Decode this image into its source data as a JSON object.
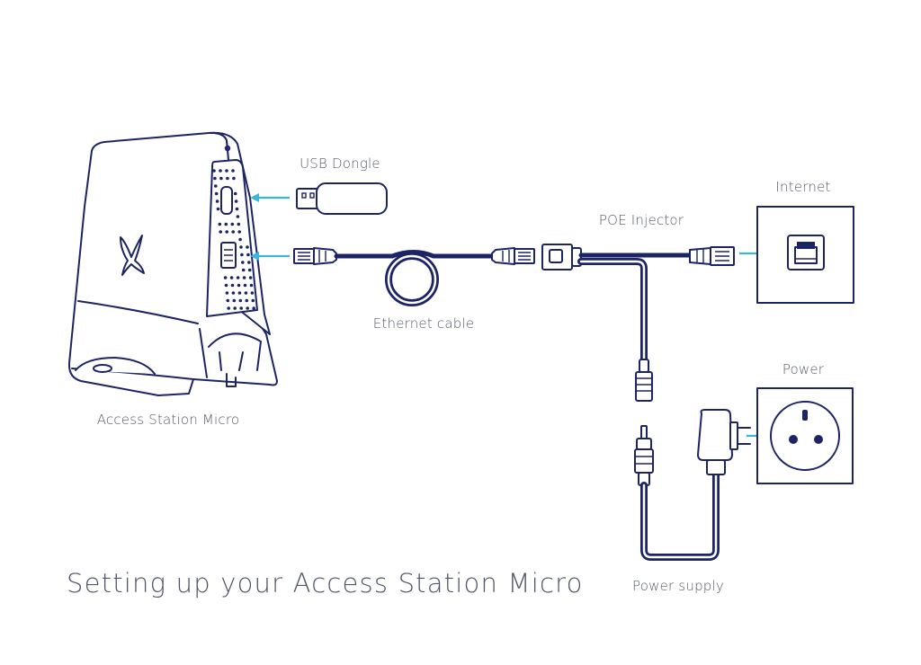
{
  "title": "Setting up your Access Station Micro",
  "labels": {
    "access_station": "Access Station Micro",
    "usb_dongle": "USB Dongle",
    "ethernet_cable": "Ethernet cable",
    "poe_injector": "POE Injector",
    "internet": "Internet",
    "power": "Power",
    "power_supply": "Power supply"
  },
  "colors": {
    "line": "#1d2466",
    "arrow": "#3cb4dc",
    "text": "#555a6b"
  },
  "icons": [
    "access-station-device",
    "usb-dongle-icon",
    "ethernet-connector-icon",
    "poe-injector-icon",
    "internet-wall-socket-icon",
    "power-outlet-icon",
    "power-adapter-icon"
  ]
}
